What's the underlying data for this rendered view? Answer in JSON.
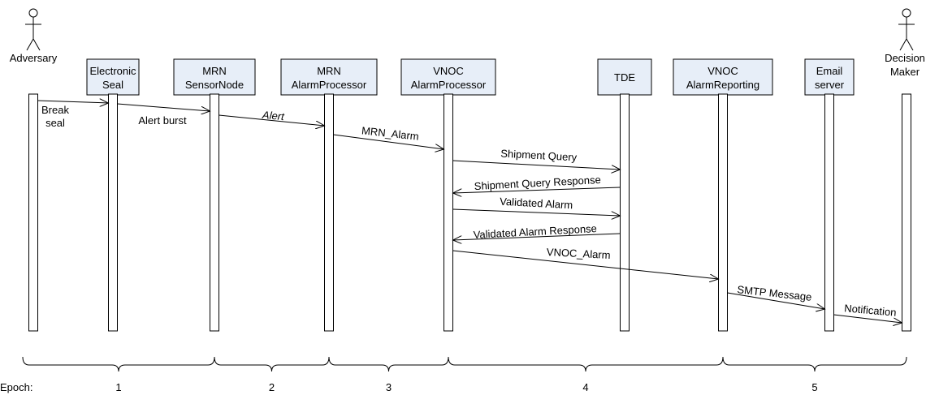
{
  "participants": [
    {
      "id": "adversary",
      "kind": "actor",
      "lines": [
        "Adversary"
      ]
    },
    {
      "id": "electronic-seal",
      "kind": "box",
      "lines": [
        "Electronic",
        "Seal"
      ]
    },
    {
      "id": "mrn-sensornode",
      "kind": "box",
      "lines": [
        "MRN",
        "SensorNode"
      ]
    },
    {
      "id": "mrn-alarmprocessor",
      "kind": "box",
      "lines": [
        "MRN",
        "AlarmProcessor"
      ]
    },
    {
      "id": "vnoc-alarmprocessor",
      "kind": "box",
      "lines": [
        "VNOC",
        "AlarmProcessor"
      ]
    },
    {
      "id": "tde",
      "kind": "box",
      "lines": [
        "TDE"
      ]
    },
    {
      "id": "vnoc-alarmreporting",
      "kind": "box",
      "lines": [
        "VNOC",
        "AlarmReporting"
      ]
    },
    {
      "id": "email-server",
      "kind": "box",
      "lines": [
        "Email",
        "server"
      ]
    },
    {
      "id": "decision-maker",
      "kind": "actor",
      "lines": [
        "Decision",
        "Maker"
      ]
    }
  ],
  "messages": [
    {
      "from": "adversary",
      "to": "electronic-seal",
      "lines": [
        "Break",
        "seal"
      ],
      "italic": false
    },
    {
      "from": "electronic-seal",
      "to": "mrn-sensornode",
      "lines": [
        "Alert burst"
      ],
      "italic": false
    },
    {
      "from": "mrn-sensornode",
      "to": "mrn-alarmprocessor",
      "lines": [
        "Alert"
      ],
      "italic": true
    },
    {
      "from": "mrn-alarmprocessor",
      "to": "vnoc-alarmprocessor",
      "lines": [
        "MRN_Alarm"
      ],
      "italic": false
    },
    {
      "from": "vnoc-alarmprocessor",
      "to": "tde",
      "lines": [
        "Shipment Query"
      ],
      "italic": false
    },
    {
      "from": "tde",
      "to": "vnoc-alarmprocessor",
      "lines": [
        "Shipment Query Response"
      ],
      "italic": false
    },
    {
      "from": "vnoc-alarmprocessor",
      "to": "tde",
      "lines": [
        "Validated Alarm"
      ],
      "italic": false
    },
    {
      "from": "tde",
      "to": "vnoc-alarmprocessor",
      "lines": [
        "Validated Alarm Response"
      ],
      "italic": false
    },
    {
      "from": "vnoc-alarmprocessor",
      "to": "vnoc-alarmreporting",
      "lines": [
        "VNOC_Alarm"
      ],
      "italic": false
    },
    {
      "from": "vnoc-alarmreporting",
      "to": "email-server",
      "lines": [
        "SMTP Message"
      ],
      "italic": false
    },
    {
      "from": "email-server",
      "to": "decision-maker",
      "lines": [
        "Notification"
      ],
      "italic": false
    }
  ],
  "epoch_label": "Epoch:",
  "epochs": [
    {
      "label": "1",
      "from": "adversary",
      "to": "mrn-sensornode"
    },
    {
      "label": "2",
      "from": "mrn-sensornode",
      "to": "mrn-alarmprocessor"
    },
    {
      "label": "3",
      "from": "mrn-alarmprocessor",
      "to": "vnoc-alarmprocessor"
    },
    {
      "label": "4",
      "from": "vnoc-alarmprocessor",
      "to": "vnoc-alarmreporting"
    },
    {
      "label": "5",
      "from": "vnoc-alarmreporting",
      "to": "decision-maker"
    }
  ]
}
